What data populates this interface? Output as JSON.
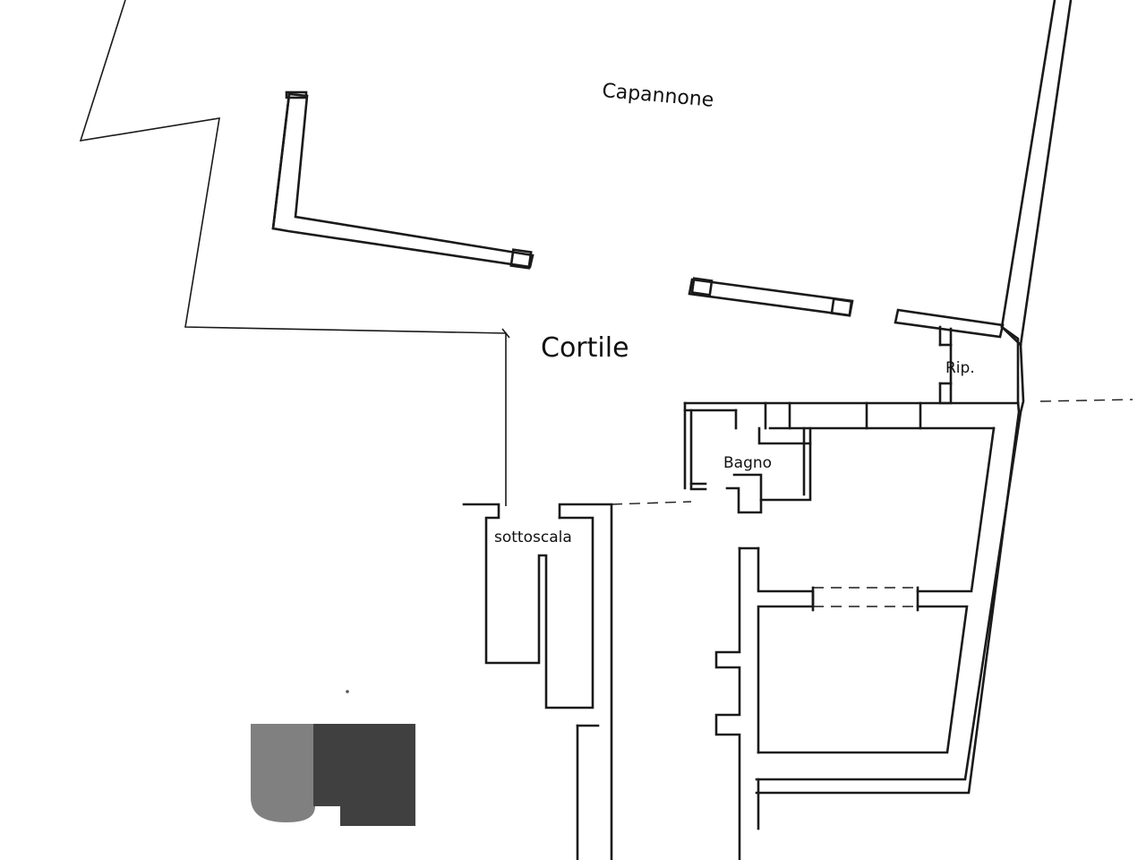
{
  "labels": {
    "capannone": "Capannone",
    "cortile": "Cortile",
    "ripostiglio": "Rip.",
    "bagno": "Bagno",
    "sottoscala": "sottoscala"
  },
  "logo": {
    "colors": {
      "light": "#808080",
      "dark": "#404040"
    }
  }
}
